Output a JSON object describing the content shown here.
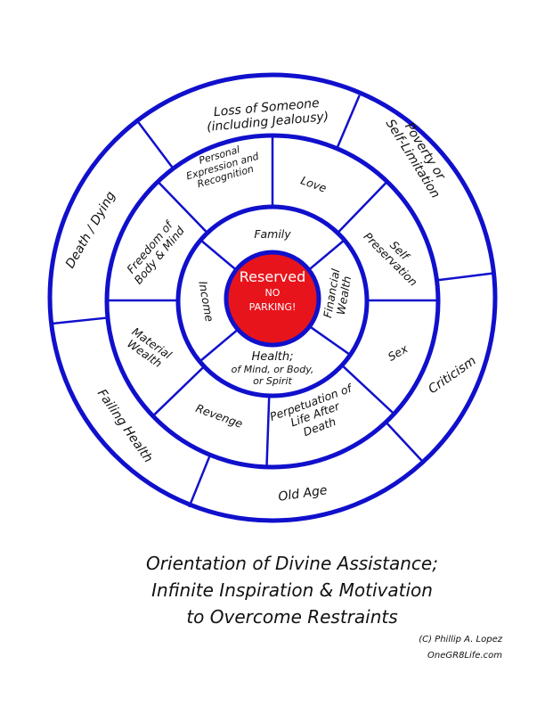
{
  "colors": {
    "ring": "#1010cc",
    "center_fill": "#e8141c",
    "center_stroke": "#1010cc",
    "text": "#111111"
  },
  "center": {
    "line1": "Reserved",
    "line2": "NO",
    "line3": "PARKING!"
  },
  "inner_ring": {
    "family": "Family",
    "financial": [
      "Financial",
      "Wealth"
    ],
    "health": [
      "Health;",
      "of Mind, or Body,",
      "or Spirit"
    ],
    "income": "Income"
  },
  "middle_ring": {
    "personal": [
      "Personal",
      "Expression and",
      "Recognition"
    ],
    "love": "Love",
    "self_preservation": [
      "Self",
      "Preservation"
    ],
    "sex": "Sex",
    "perpetuation": [
      "Perpetuation of",
      "Life After",
      "Death"
    ],
    "revenge": "Revenge",
    "material": [
      "Material",
      "Wealth"
    ],
    "freedom": [
      "Freedom of",
      "Body & Mind"
    ]
  },
  "outer_ring": {
    "loss": [
      "Loss of Someone",
      "(including Jealousy)"
    ],
    "poverty": [
      "Poverty or",
      "Self-Limitation"
    ],
    "criticism": "Criticism",
    "old_age": "Old Age",
    "failing_health": "Failing Health",
    "death": "Death / Dying"
  },
  "title": [
    "Orientation of Divine Assistance;",
    "Infinite Inspiration & Motivation",
    "to Overcome Restraints"
  ],
  "credit": [
    "(C) Phillip A. Lopez",
    "OneGR8Life.com"
  ]
}
